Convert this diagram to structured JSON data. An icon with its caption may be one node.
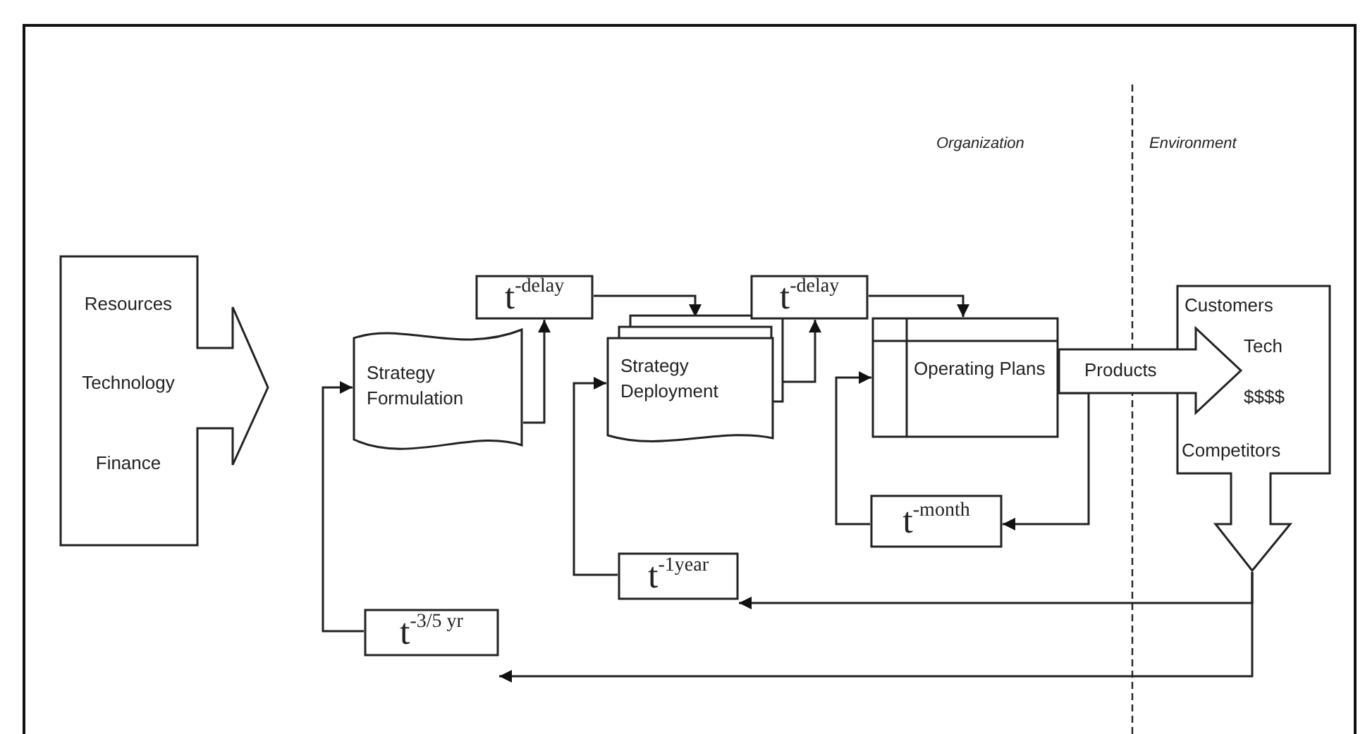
{
  "diagram": {
    "nodes": [
      {
        "text": [
          "Resources",
          "Technology",
          "Finance"
        ]
      },
      {
        "text": [
          "Strategy Formulation"
        ]
      },
      {
        "text": [
          "t$^{-delay}$"
        ]
      },
      {
        "text": [
          "Strategy Deployment"
        ]
      },
      {
        "text": [
          "t$^{-delay}$"
        ]
      },
      {
        "text": [
          "Operating Plans"
        ]
      },
      {
        "text": [
          "Customers",
          "Tech",
          "$$$$",
          "Competitors"
        ]
      },
      {
        "text": [
          "t$^{-month}$"
        ]
      },
      {
        "text": [
          "t$^{-1year}$"
        ]
      },
      {
        "text": [
          "t$^{-3/5 yr}$"
        ]
      }
    ],
    "edges": [
      {
        "from": 1,
        "to": 2,
        "arrow": "to"
      },
      {
        "from": 2,
        "to": 3,
        "arrow": "to"
      },
      {
        "from": 3,
        "to": 4,
        "arrow": "to"
      },
      {
        "from": 4,
        "to": 5,
        "arrow": "to"
      },
      {
        "from": 5,
        "to": 7,
        "arrow": "to"
      },
      {
        "from": 7,
        "to": 5,
        "arrow": "to"
      },
      {
        "from": 6,
        "to": 8,
        "arrow": "to"
      },
      {
        "from": 8,
        "to": 3,
        "arrow": "to"
      },
      {
        "from": 6,
        "to": 9,
        "arrow": "to"
      },
      {
        "from": 9,
        "to": 1,
        "arrow": "to"
      },
      {
        "from": 5,
        "to": 6,
        "label": "Products",
        "arrow": "to",
        "style": "thick"
      }
    ],
    "labels": [
      "Organization",
      "Environment"
    ]
  }
}
